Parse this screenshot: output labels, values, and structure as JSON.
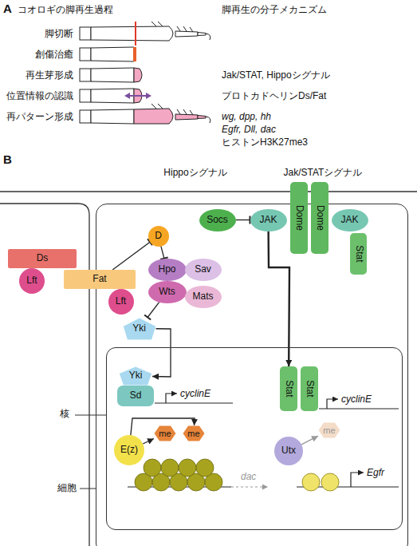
{
  "diagram": {
    "nodes": [
      {
        "text": [
          "Ds"
        ]
      },
      {
        "text": [
          "Lft"
        ]
      },
      {
        "text": [
          "Fat"
        ]
      },
      {
        "text": [
          "細胞"
        ]
      },
      {
        "text": [
          "Lft"
        ],
        "in": 3
      },
      {
        "text": [
          "D"
        ],
        "in": 3
      },
      {
        "text": [
          "Hpo"
        ],
        "in": 3
      },
      {
        "text": [
          "Sav"
        ],
        "in": 3
      },
      {
        "text": [
          "Wts"
        ],
        "in": 3
      },
      {
        "text": [
          "Mats"
        ],
        "in": 3
      },
      {
        "text": [
          "Yki"
        ],
        "in": 3
      },
      {
        "text": [
          "Socs"
        ],
        "in": 3
      },
      {
        "text": [
          "JAK"
        ],
        "in": 3
      },
      {
        "text": [
          "Dome"
        ],
        "in": 3
      },
      {
        "text": [
          "Dome"
        ],
        "in": 3
      },
      {
        "text": [
          "JAK"
        ],
        "in": 3
      },
      {
        "text": [
          "Stat"
        ],
        "in": 3
      },
      {
        "text": [
          "核"
        ],
        "in": 3
      },
      {
        "text": [
          "Yki"
        ],
        "in": 17
      },
      {
        "text": [
          "Sd"
        ],
        "in": 17
      },
      {
        "text": [
          "Stat"
        ],
        "in": 17
      },
      {
        "text": [
          "Stat"
        ],
        "in": 17
      },
      {
        "text": [
          "E(z)"
        ],
        "in": 17
      },
      {
        "text": [
          "me"
        ],
        "in": 17
      },
      {
        "text": [
          "me"
        ],
        "in": 17
      },
      {
        "text": [
          "Utx"
        ],
        "in": 17
      },
      {
        "text": [
          "me"
        ],
        "in": 17
      }
    ],
    "edges": [
      {
        "from": 2,
        "to": 5,
        "arrow": "to"
      },
      {
        "from": 5,
        "to": 6,
        "arrow": "to"
      },
      {
        "from": 8,
        "to": 10,
        "arrow": "to"
      },
      {
        "from": 10,
        "to": 18,
        "arrow": "to"
      },
      {
        "from": 11,
        "to": 12,
        "arrow": "to"
      },
      {
        "from": 12,
        "to": 20,
        "arrow": "to"
      },
      {
        "from": 22,
        "to": 23,
        "arrow": "to"
      },
      {
        "from": 22,
        "to": 24,
        "arrow": "to"
      },
      {
        "from": 25,
        "to": 26,
        "arrow": "to"
      }
    ],
    "labels": [
      "A",
      "コオロギの脚再生過程",
      "脚再生の分子メカニズム",
      "脚切断",
      "創傷治癒",
      "再生芽形成",
      "Jak/STAT, Hippoシグナル",
      "位置情報の認識",
      "プロトカドヘリンDs/Fat",
      "再パターン形成",
      "wg, dpp, hh",
      "Egfr, Dll, dac",
      "ヒストンH3K27me3",
      "B",
      "Hippoシグナル",
      "Jak/STATシグナル",
      "cyclinE",
      "cyclinE",
      "dac",
      "Egfr"
    ]
  }
}
